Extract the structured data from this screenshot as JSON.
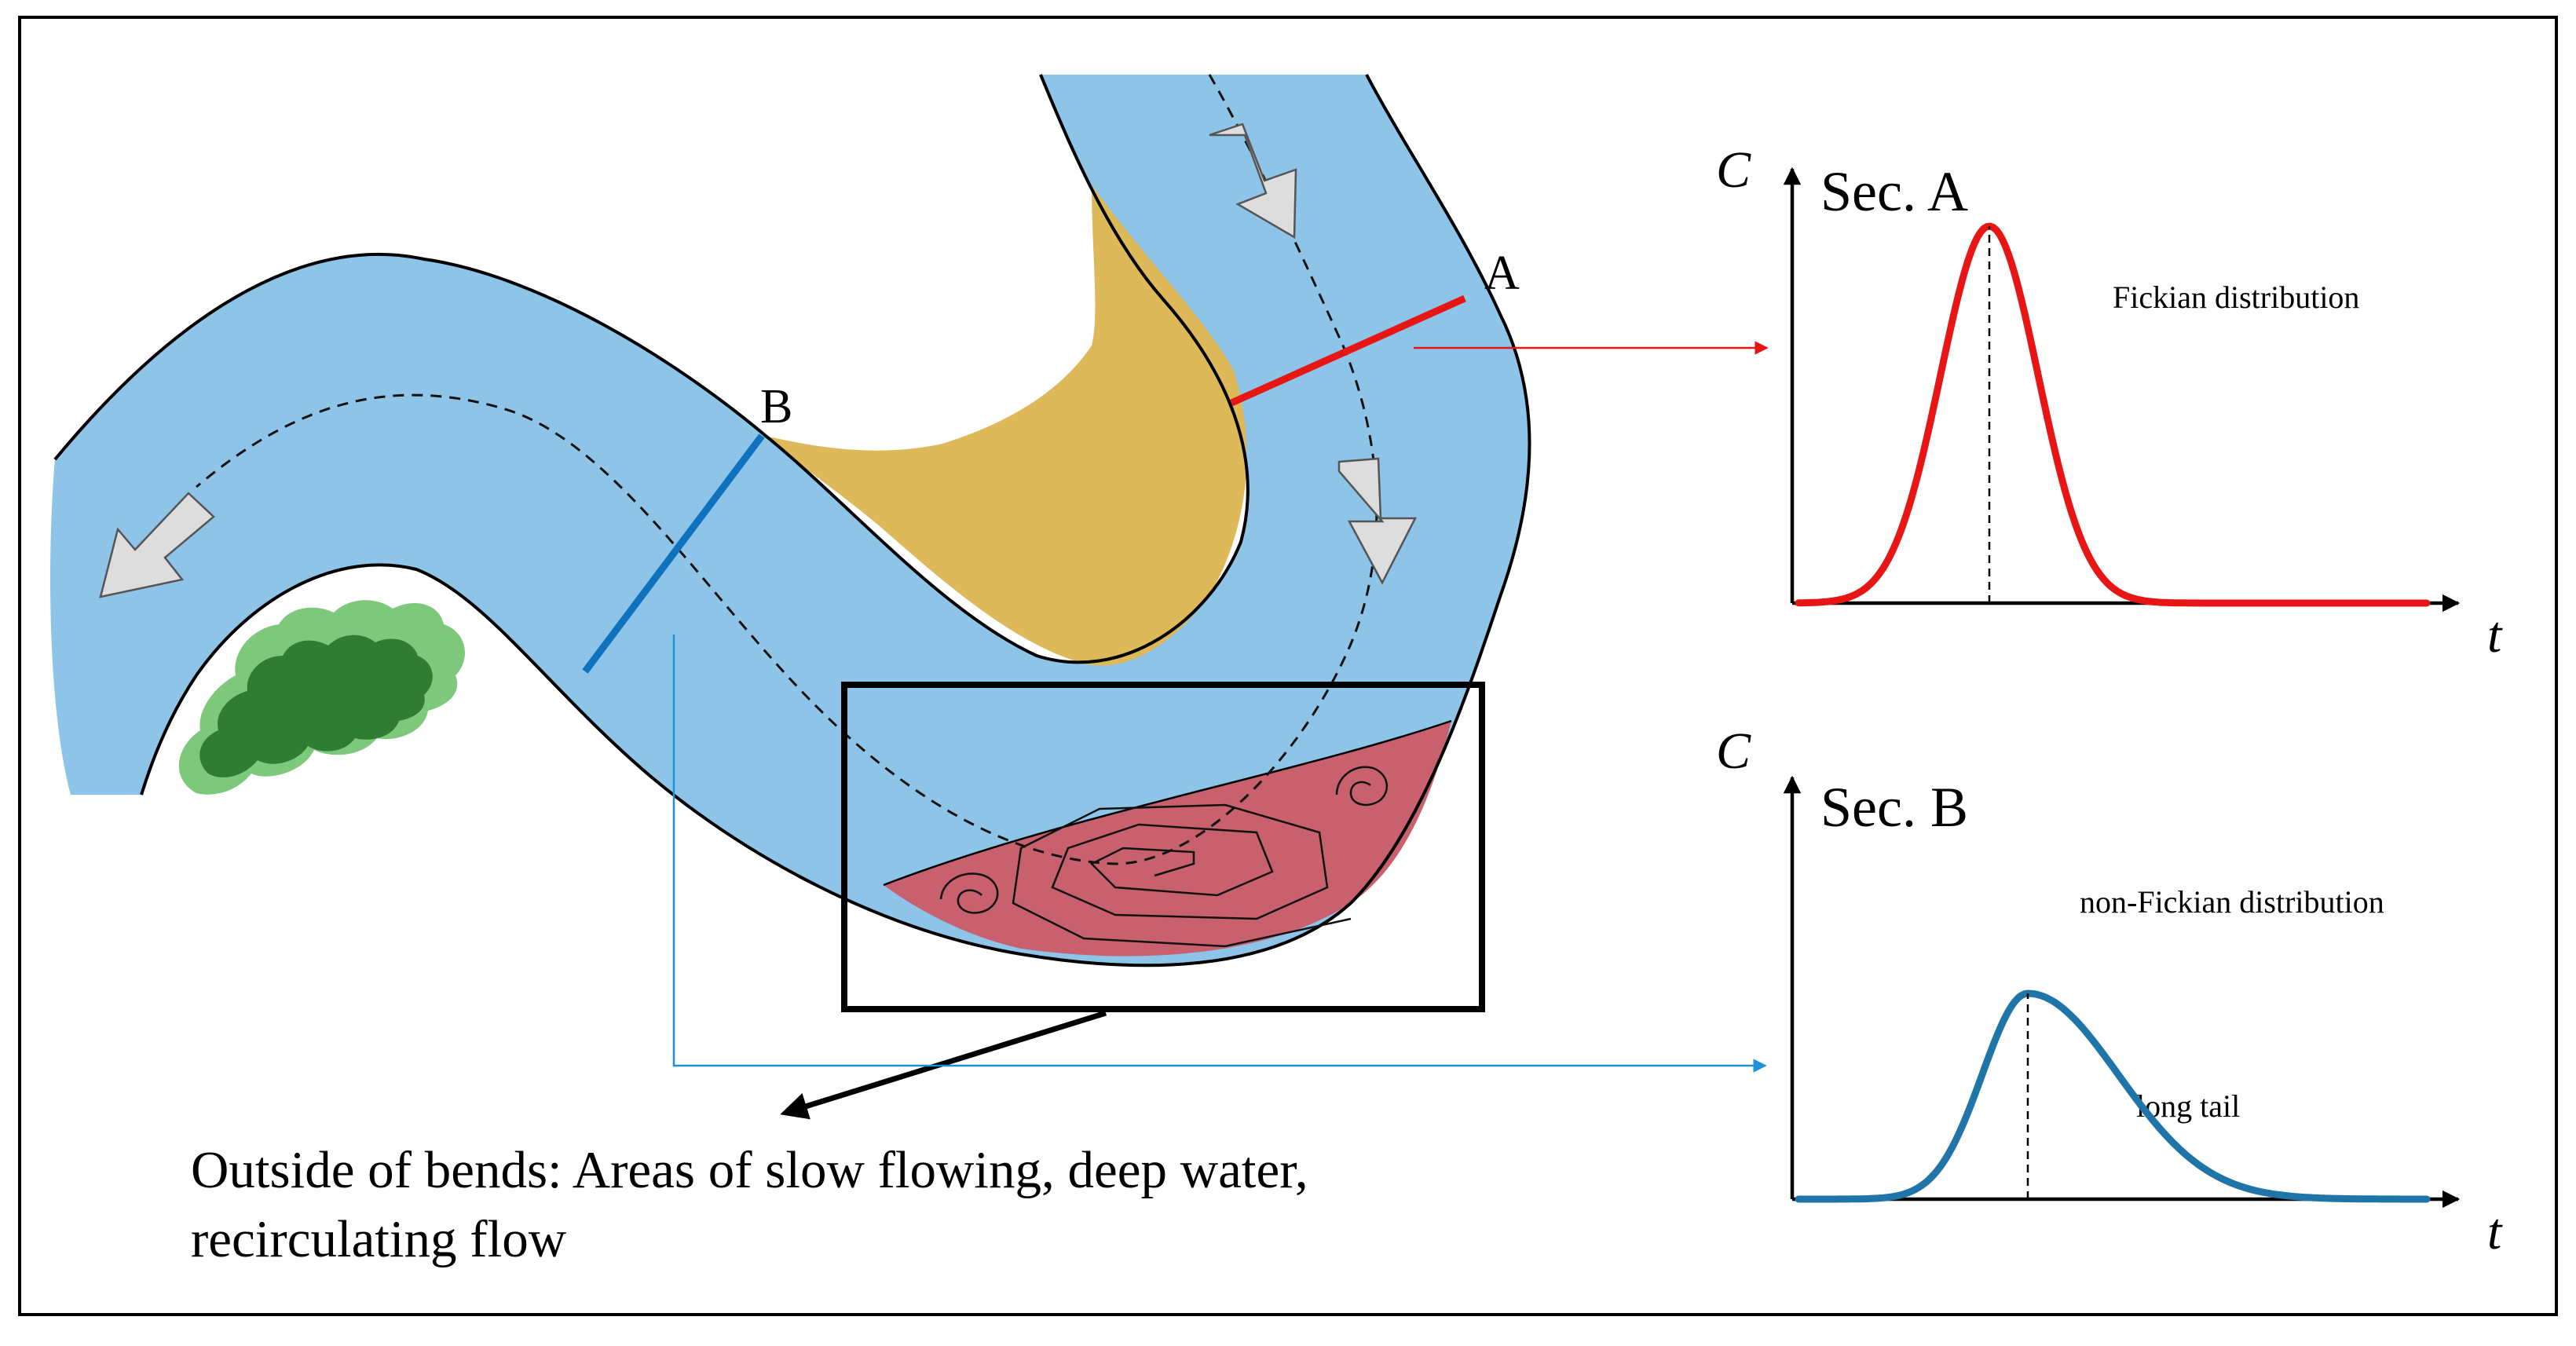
{
  "river": {
    "section_a_label": "A",
    "section_b_label": "B"
  },
  "colors": {
    "water": "#8DC4E8",
    "point_bar": "#DDB95A",
    "outer_bend_pool": "#C8606E",
    "vegetation": "#2E7D32",
    "vegetation_halo": "#7DC87A",
    "section_a": "#E81515",
    "section_b": "#0F72BE",
    "curve_b": "#1F75A8",
    "flow_arrow": "#DDDDDD"
  },
  "callout": {
    "line1": "Outside of bends: Areas of slow flowing, deep water,",
    "line2": "recirculating flow"
  },
  "charts": [
    {
      "id": "sec-a",
      "y_axis": "C",
      "x_axis": "t",
      "title": "Sec. A",
      "annotation": "Fickian distribution"
    },
    {
      "id": "sec-b",
      "y_axis": "C",
      "x_axis": "t",
      "title": "Sec. B",
      "annotation": "non-Fickian distribution",
      "tail_label": "long tail"
    }
  ]
}
